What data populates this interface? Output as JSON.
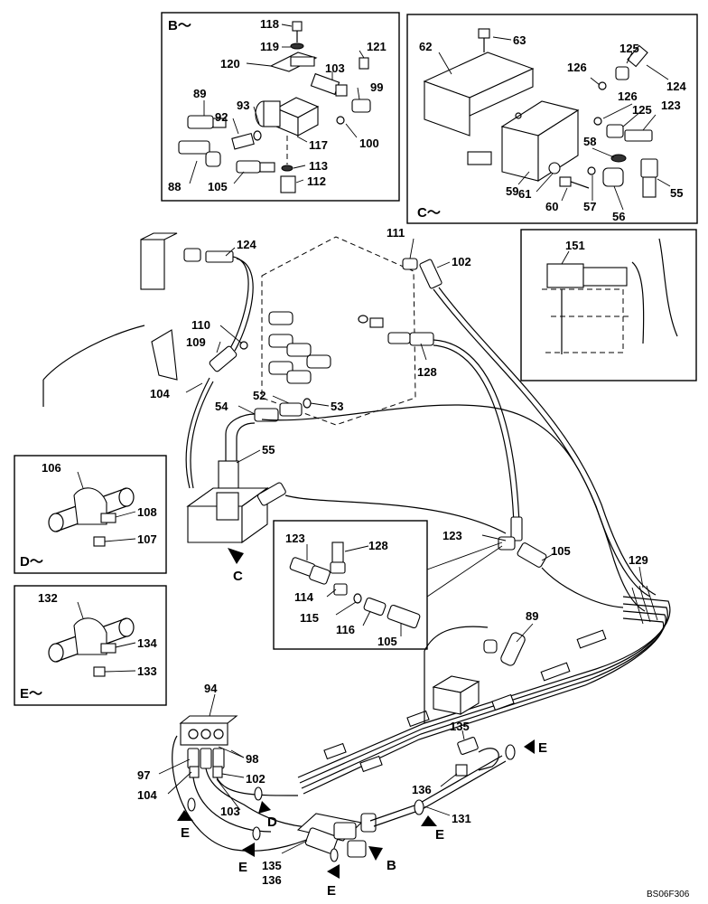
{
  "panels": {
    "b": "B～",
    "c": "C～",
    "d": "D～",
    "e": "E～"
  },
  "view_marks": {
    "c_main": "C",
    "b_main": "B",
    "d_main": "D",
    "e1": "E",
    "e2": "E",
    "e3": "E",
    "e4": "E",
    "e5": "E"
  },
  "callouts": {
    "b118": "118",
    "b119": "119",
    "b121": "121",
    "b120": "120",
    "b103": "103",
    "b99": "99",
    "b89": "89",
    "b93": "93",
    "b92": "92",
    "b117": "117",
    "b100": "100",
    "b113": "113",
    "b88": "88",
    "b105": "105",
    "b112": "112",
    "c62": "62",
    "c63": "63",
    "c125": "125",
    "c126a": "126",
    "c124": "124",
    "c126b": "126",
    "c125b": "125",
    "c123": "123",
    "c58": "58",
    "c59": "59",
    "c61": "61",
    "c60": "60",
    "c57": "57",
    "c56": "56",
    "c55": "55",
    "i151": "151",
    "m124": "124",
    "m111": "111",
    "m102": "102",
    "m110": "110",
    "m109": "109",
    "m128": "128",
    "m104": "104",
    "m52": "52",
    "m54": "54",
    "m53": "53",
    "m55": "55",
    "d106": "106",
    "d108": "108",
    "d107": "107",
    "s123a": "123",
    "s128": "128",
    "s114": "114",
    "s115": "115",
    "s116": "116",
    "s105": "105",
    "m123": "123",
    "m105": "105",
    "m129": "129",
    "m89": "89",
    "e132": "132",
    "e134": "134",
    "e133": "133",
    "m94": "94",
    "m98": "98",
    "m97": "97",
    "m102b": "102",
    "m104b": "104",
    "m103": "103",
    "m135": "135",
    "m136": "136",
    "m131": "131",
    "m135b": "135",
    "m136b": "136"
  },
  "figure_code": "BS06F306"
}
